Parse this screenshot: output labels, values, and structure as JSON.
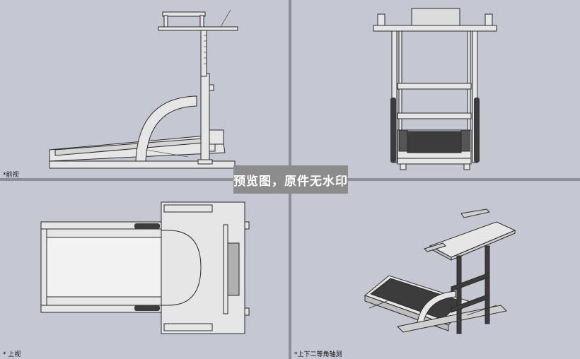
{
  "viewports": {
    "front": {
      "label": "*前视"
    },
    "right": {
      "label": ""
    },
    "top": {
      "label": "* 上视"
    },
    "iso": {
      "label": "*上下二等角轴测"
    }
  },
  "watermark": {
    "text": "预览图，原件无水印"
  },
  "colors": {
    "background": "#c5c8d2",
    "separator": "#8e9096",
    "part_fill": "#e6e6e6",
    "part_stroke": "#2a2a2a",
    "dark_part": "#3c3c3c",
    "watermark_bg": "#8c8c8c"
  }
}
